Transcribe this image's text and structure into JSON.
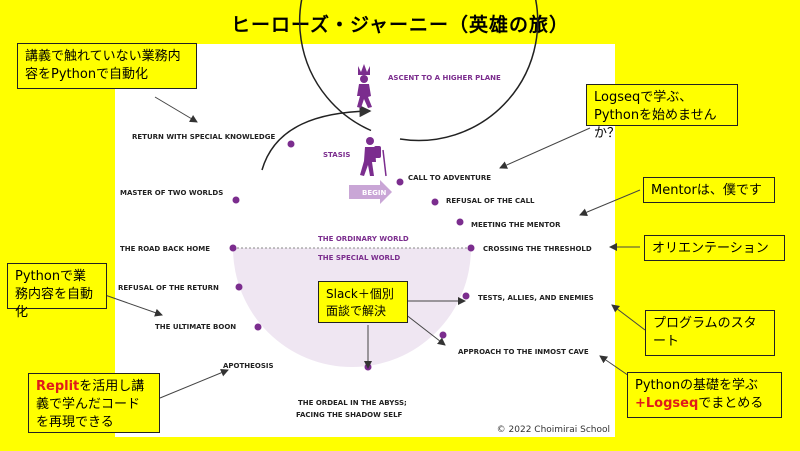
{
  "title": "ヒーローズ・ジャーニー（英雄の旅）",
  "copyright": "© 2022 Choimirai School",
  "diagram": {
    "ascent_label": "ASCENT TO A HIGHER PLANE",
    "stasis_label": "STASIS",
    "begin_label": "BEGIN",
    "ordinary_world": "THE ORDINARY WORLD",
    "special_world": "THE SPECIAL WORLD",
    "stages": {
      "call_to_adventure": "CALL TO ADVENTURE",
      "refusal_of_call": "REFUSAL OF THE CALL",
      "meeting_mentor": "MEETING THE MENTOR",
      "crossing_threshold": "CROSSING THE THRESHOLD",
      "tests_allies": "TESTS, ALLIES, AND ENEMIES",
      "approach_cave": "APPROACH TO THE INMOST CAVE",
      "ordeal_1": "THE ORDEAL IN THE ABYSS;",
      "ordeal_2": "FACING THE SHADOW SELF",
      "apotheosis": "APOTHEOSIS",
      "ultimate_boon": "THE ULTIMATE BOON",
      "refusal_of_return": "REFUSAL OF THE RETURN",
      "road_back": "THE ROAD BACK HOME",
      "master_two_worlds": "MASTER OF TWO WORLDS",
      "return_knowledge": "RETURN WITH SPECIAL KNOWLEDGE"
    },
    "colors": {
      "purple": "#7B2D8E",
      "light_purple": "#EFE6F2",
      "begin_arrow": "#C9A6D6"
    }
  },
  "callouts": {
    "automate_lecture": "講義で触れていない業務内容をPythonで自動化",
    "logseq_python": "Logseqで学ぶ、Pythonを始めませんか？",
    "mentor": "Mentorは、僕です",
    "orientation": "オリエンテーション",
    "python_automation": "Pythonで業務内容を自動化",
    "slack": "Slack＋個別面談で解決",
    "program_start": "プログラムのスタート",
    "basics_before": "Pythonの基礎を学ぶ",
    "basics_red": "+Logseq",
    "basics_after": "でまとめる",
    "replit_red": "Replit",
    "replit_rest": "を活用し講義で学んだコードを再現できる"
  }
}
